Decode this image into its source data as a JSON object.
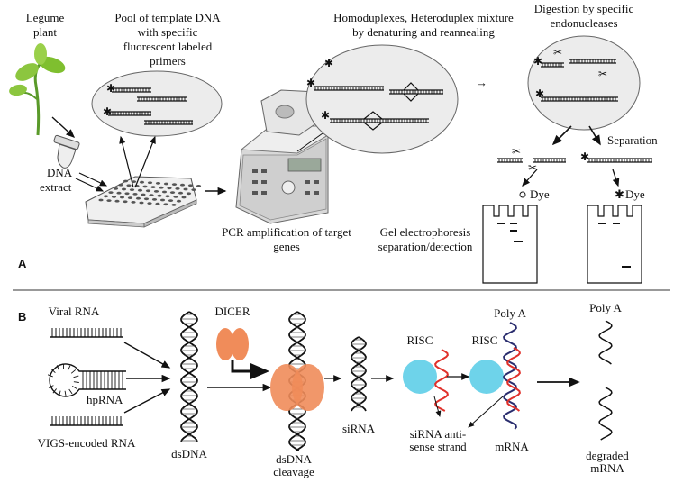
{
  "panelA": {
    "letter": "A",
    "legume_l1": "Legume",
    "legume_l2": "plant",
    "dna_l1": "DNA",
    "dna_l2": "extract",
    "pool_l1": "Pool of template DNA",
    "pool_l2": "with specific",
    "pool_l3": "fluorescent labeled",
    "pool_l4": "primers",
    "homo_l1": "Homoduplexes, Heteroduplex mixture",
    "homo_l2": "by denaturing and reannealing",
    "dig_l1": "Digestion by specific",
    "dig_l2": "endonucleases",
    "separation": "Separation",
    "pcr_l1": "PCR amplification of target",
    "pcr_l2": "genes",
    "gel_l1": "Gel electrophoresis",
    "gel_l2": "separation/detection",
    "dye1": "Dye",
    "dye2": "Dye"
  },
  "panelB": {
    "letter": "B",
    "viral": "Viral RNA",
    "hprna": "hpRNA",
    "vigs": "VIGS-encoded RNA",
    "dsdna": "dsDNA",
    "dicer": "DICER",
    "cleav_l1": "dsDNA",
    "cleav_l2": "cleavage",
    "sirna": "siRNA",
    "risc1": "RISC",
    "risc2": "RISC",
    "polya1": "Poly A",
    "polya2": "Poly A",
    "anti_l1": "siRNA anti-",
    "anti_l2": "sense strand",
    "mrna": "mRNA",
    "deg_l1": "degraded",
    "deg_l2": "mRNA"
  },
  "colors": {
    "dicer": "#f08c5a",
    "risc": "#6ed3ea",
    "sirna_red": "#e0302a",
    "mrna_navy": "#2a2d6e"
  }
}
